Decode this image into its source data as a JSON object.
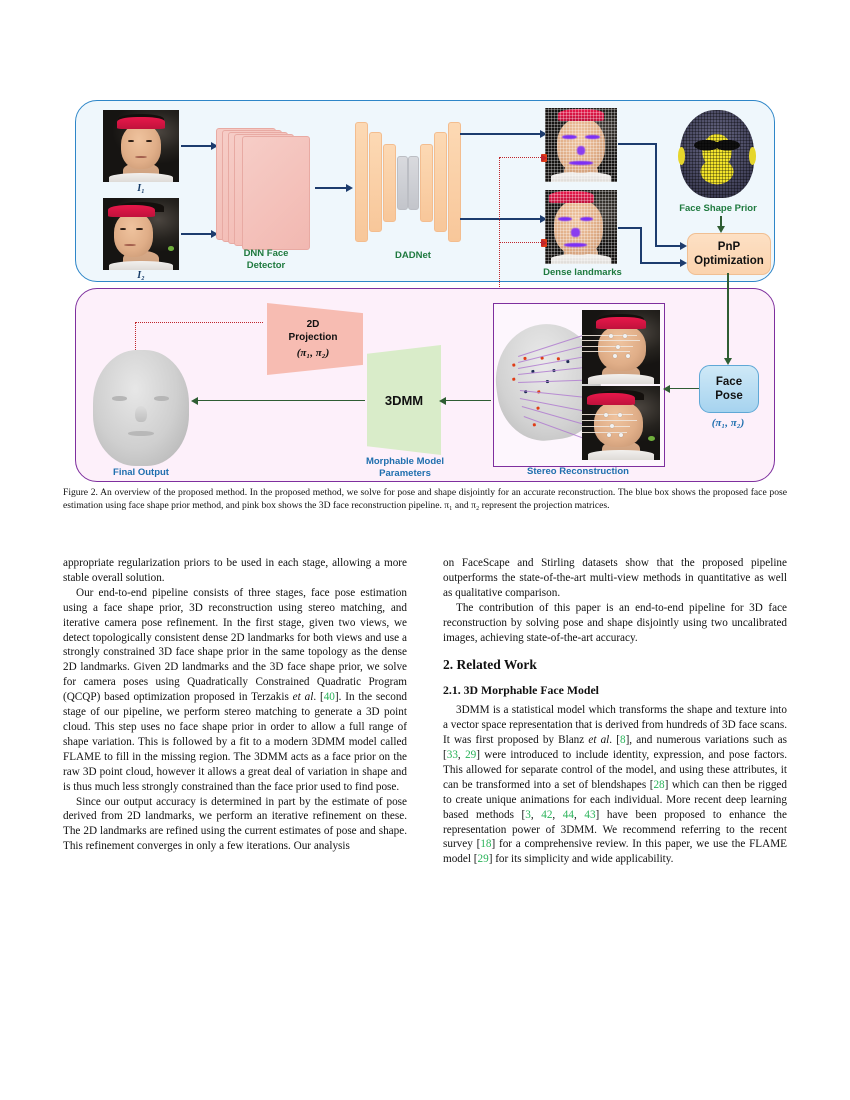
{
  "figure": {
    "blue_box": {
      "name": "Face pose estimation (blue box)",
      "input_1_label": "I₁",
      "input_2_label": "I₂",
      "detector_label": "DNN Face\nDetector",
      "detector_label_line1": "DNN Face",
      "detector_label_line2": "Detector",
      "network_label": "DADNet",
      "landmarks_label": "Dense landmarks",
      "prior_label": "Face Shape Prior",
      "pnp_label_line1": "PnP",
      "pnp_label_line2": "Optimization"
    },
    "pink_box": {
      "name": "3D face reconstruction (pink box)",
      "projection_line1": "2D",
      "projection_line2": "Projection",
      "projection_line3": "(π₁, π₂)",
      "morphable_label_line1": "Morphable Model",
      "morphable_label_line2": "Parameters",
      "tdmm_label": "3DMM",
      "final_output_label": "Final Output",
      "stereo_label": "Stereo Reconstruction",
      "face_pose_line1": "Face",
      "face_pose_line2": "Pose",
      "face_pose_params": "(π₁, π₂)"
    },
    "colors": {
      "blue_border": "#2e86c8",
      "blue_fill": "#eff7fc",
      "purple_border": "#7e2f9e",
      "pink_fill": "#fdf0fa",
      "green_text": "#1f7a3f",
      "blue_text": "#1f6fae",
      "arrow_navy": "#1d3c6e",
      "arrow_green": "#2f5d33",
      "dotted_red": "#c0252b",
      "pnp_fill": "#fbd3ae",
      "face_pose_fill": "#a6d3ef",
      "detector_fill": "#f2b8b1",
      "dadnet_fill": "#f8c79a",
      "tdmm_fill": "#d9ecc9",
      "projection_fill": "#f7bcb2"
    }
  },
  "caption": {
    "label": "Figure 2.",
    "text": "Figure 2. An overview of the proposed method. In the proposed method, we solve for pose and shape disjointly for an accurate reconstruction. The blue box shows the proposed face pose estimation using face shape prior method, and pink box shows the 3D face reconstruction pipeline. π₁ and π₂ represent the projection matrices."
  },
  "body": {
    "left_column": {
      "p1": "appropriate regularization priors to be used in each stage, allowing a more stable overall solution.",
      "p2_a": "Our end-to-end pipeline consists of three stages, face pose estimation using a face shape prior, 3D reconstruction using stereo matching, and iterative camera pose refinement. In the first stage, given two views, we detect topologically consistent dense 2D landmarks for both views and use a strongly constrained 3D face shape prior in the same topology as the dense 2D landmarks. Given 2D landmarks and the 3D face shape prior, we solve for camera poses using Quadratically Constrained Quadratic Program (QCQP) based optimization proposed in Terzakis ",
      "p2_italic": "et al",
      "p2_b": ". [",
      "p2_ref": "40",
      "p2_c": "]. In the second stage of our pipeline, we perform stereo matching to generate a 3D point cloud. This step uses no face shape prior in order to allow a full range of shape variation. This is followed by a fit to a modern 3DMM model called FLAME to fill in the missing region. The 3DMM acts as a face prior on the raw 3D point cloud, however it allows a great deal of variation in shape and is thus much less strongly constrained than the face prior used to find pose.",
      "p3": "Since our output accuracy is determined in part by the estimate of pose derived from 2D landmarks, we perform an iterative refinement on these. The 2D landmarks are refined using the current estimates of pose and shape. This refinement converges in only a few iterations. Our analysis"
    },
    "right_column": {
      "p1": "on FaceScape and Stirling datasets show that the proposed pipeline outperforms the state-of-the-art multi-view methods in quantitative as well as qualitative comparison.",
      "p2": "The contribution of this paper is an end-to-end pipeline for 3D face reconstruction by solving pose and shape disjointly using two uncalibrated images, achieving state-of-the-art accuracy.",
      "section_heading": "2. Related Work",
      "subsection_heading": "2.1. 3D Morphable Face Model",
      "p3_a": "3DMM is a statistical model which transforms the shape and texture into a vector space representation that is derived from hundreds of 3D face scans. It was first proposed by Blanz ",
      "p3_italic": "et al",
      "p3_b": ". [",
      "p3_ref1": "8",
      "p3_c": "], and numerous variations such as [",
      "p3_ref2": "33",
      "p3_d": ", ",
      "p3_ref3": "29",
      "p3_e": "] were introduced to include identity, expression, and pose factors. This allowed for separate control of the model, and using these attributes, it can be transformed into a set of blendshapes [",
      "p3_ref4": "28",
      "p3_f": "] which can then be rigged to create unique animations for each individual. More recent deep learning based methods  [",
      "p3_ref5": "3",
      "p3_g": ", ",
      "p3_ref6": "42",
      "p3_h": ", ",
      "p3_ref7": "44",
      "p3_i": ", ",
      "p3_ref8": "43",
      "p3_j": "] have been proposed to enhance the representation power of 3DMM. We recommend referring to the recent survey [",
      "p3_ref9": "18",
      "p3_k": "] for a comprehensive review. In this paper, we use the FLAME model [",
      "p3_ref10": "29",
      "p3_l": "] for its simplicity and wide applicability."
    }
  }
}
